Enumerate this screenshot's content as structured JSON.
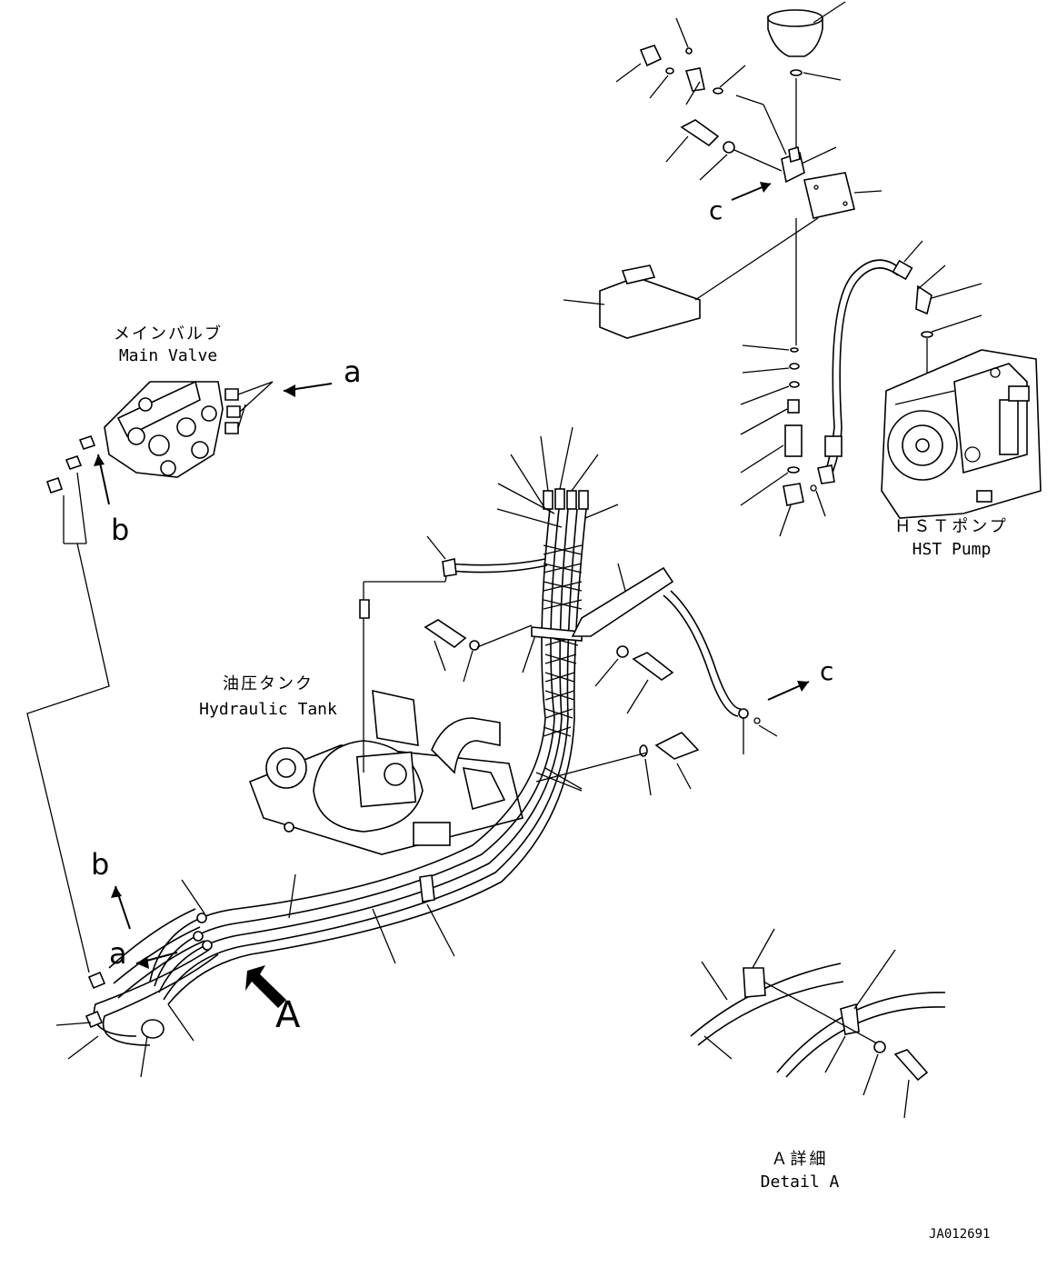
{
  "labels": {
    "main_valve_jp": "メインバルブ",
    "main_valve_en": "Main Valve",
    "hst_pump_jp": "ＨＳＴポンプ",
    "hst_pump_en": "HST Pump",
    "tank_jp": "油圧タンク",
    "tank_en": "Hydraulic Tank",
    "detail_jp": "Ａ詳細",
    "detail_en": "Detail A",
    "doc_id": "JA012691"
  },
  "callouts": {
    "a_top": "a",
    "b_left": "b",
    "c_top": "c",
    "c_right": "c",
    "b_lower": "b",
    "a_lower": "a",
    "A_arrow": "A"
  },
  "colors": {
    "ink": "#000000",
    "paper": "#ffffff"
  }
}
